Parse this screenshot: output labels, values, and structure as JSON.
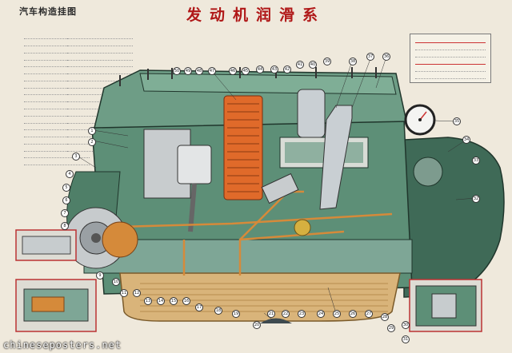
{
  "header": {
    "series_title": "汽车构造挂图",
    "series_subtitle": "",
    "main_title": "发动机润滑系",
    "sheet_info": ""
  },
  "legend_left": {
    "col1": [
      "",
      "",
      "",
      "",
      "",
      "",
      "",
      "",
      "",
      "",
      "",
      "",
      "",
      "",
      "",
      "",
      "",
      "",
      ""
    ],
    "col2": [
      "",
      "",
      "",
      "",
      "",
      "",
      "",
      "",
      "",
      "",
      "",
      "",
      "",
      "",
      "",
      "",
      ""
    ]
  },
  "legend_box": {
    "title": "",
    "lines": [
      "",
      "",
      "",
      "",
      "",
      ""
    ]
  },
  "callouts": [
    "1",
    "2",
    "3",
    "4",
    "5",
    "6",
    "7",
    "8",
    "9",
    "10",
    "11",
    "12",
    "13",
    "14",
    "15",
    "16",
    "17",
    "18",
    "19",
    "20",
    "21",
    "22",
    "23",
    "24",
    "25",
    "26",
    "27",
    "28",
    "29",
    "30",
    "31",
    "32",
    "33",
    "34",
    "35",
    "36",
    "37",
    "38",
    "39",
    "40",
    "41",
    "42",
    "43",
    "44",
    "45",
    "46",
    "47",
    "48",
    "49",
    "50"
  ],
  "watermark": "chineseposters.net",
  "colors": {
    "paper": "#efe9dc",
    "engine_green": "#5d8f77",
    "engine_dark": "#3d6653",
    "oil_orange": "#d58a3a",
    "title_red": "#b01818",
    "steel": "#b8bcc0"
  }
}
